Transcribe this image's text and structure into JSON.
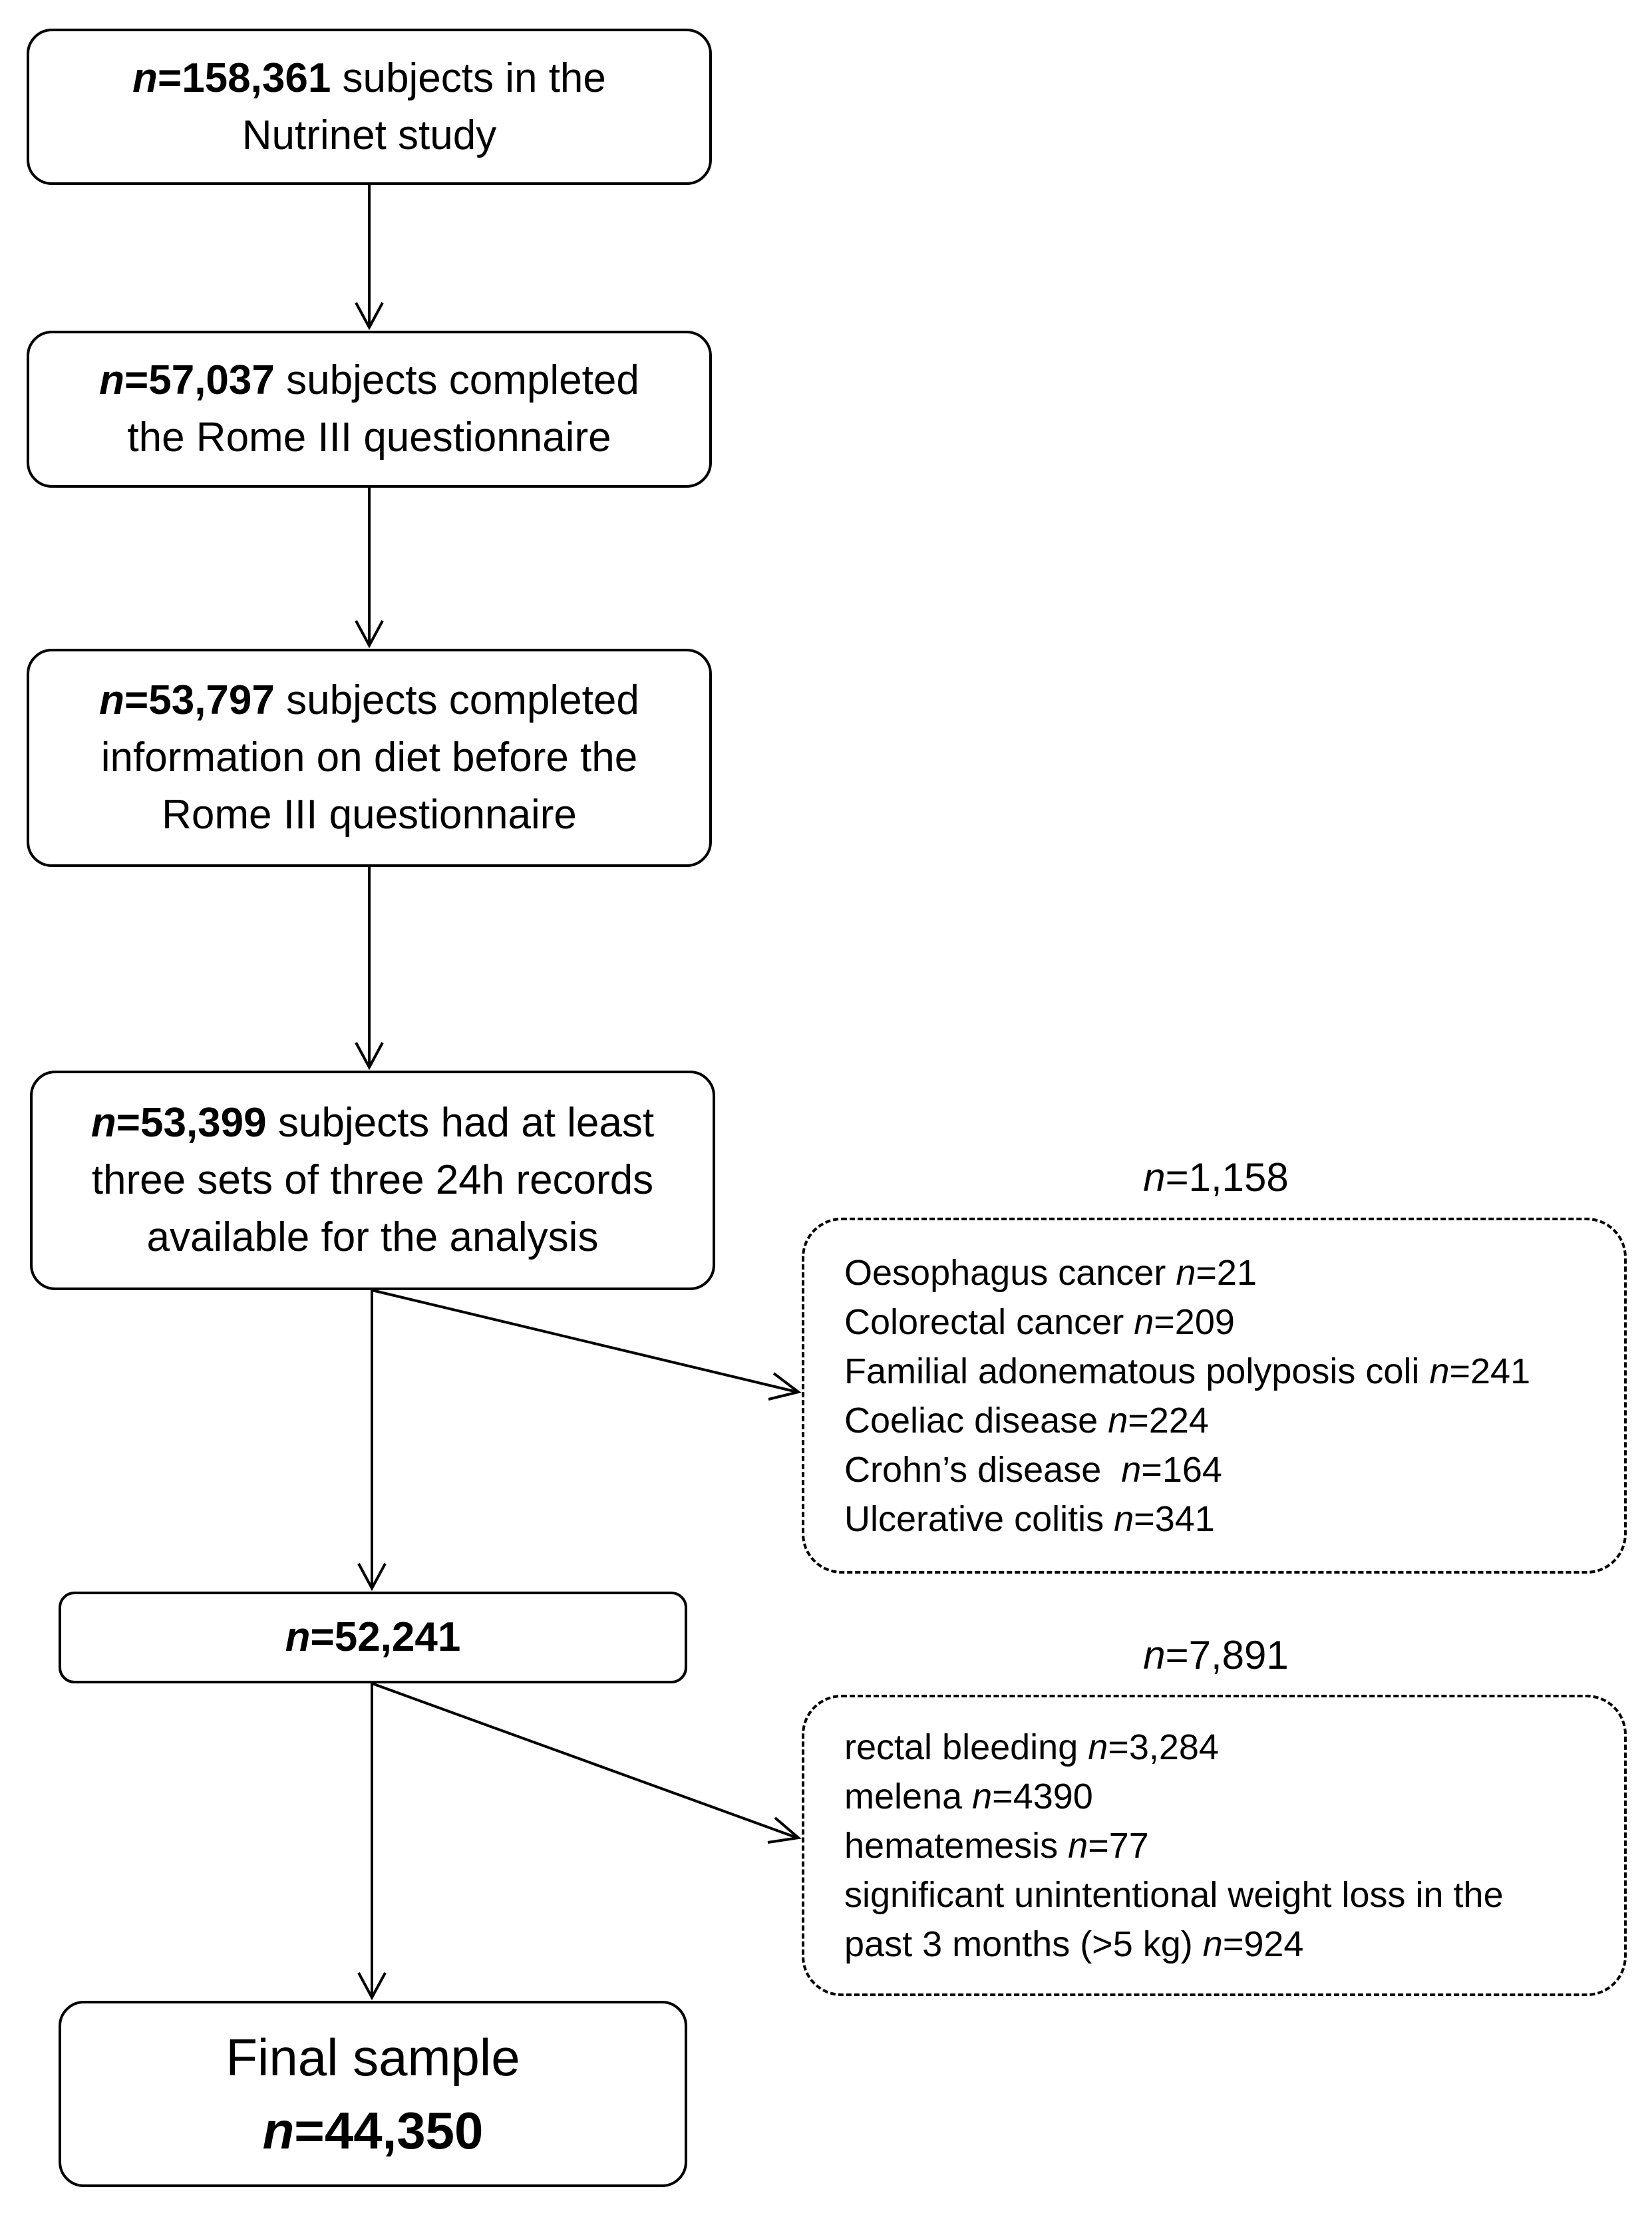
{
  "boxes": [
    {
      "n_label": "n",
      "value": "=158,361",
      "lines": [
        " subjects in the",
        "Nutrinet study"
      ]
    },
    {
      "n_label": "n",
      "value": "=57,037",
      "lines": [
        " subjects completed",
        "the Rome III questionnaire"
      ]
    },
    {
      "n_label": "n",
      "value": "=53,797",
      "lines": [
        " subjects completed",
        "information on diet before the",
        "Rome III questionnaire"
      ]
    },
    {
      "n_label": "n",
      "value": "=53,399",
      "lines": [
        " subjects had at least",
        "three sets of three 24h records",
        "available for the analysis"
      ]
    },
    {
      "n_label": "n",
      "value": "=52,241"
    }
  ],
  "final": {
    "title": "Final sample",
    "n_label": "n",
    "value": "=44,350"
  },
  "exclusions": [
    {
      "header_n": "n",
      "header_value": "=1,158",
      "items": [
        {
          "label": "Oesophagus cancer ",
          "n": "n",
          "value": "=21"
        },
        {
          "label": "Colorectal cancer ",
          "n": "n",
          "value": "=209"
        },
        {
          "label": "Familial adonematous polyposis coli ",
          "n": "n",
          "value": "=241"
        },
        {
          "label": "Coeliac disease ",
          "n": "n",
          "value": "=224"
        },
        {
          "label": "Crohn’s disease  ",
          "n": "n",
          "value": "=164"
        },
        {
          "label": "Ulcerative colitis ",
          "n": "n",
          "value": "=341"
        }
      ]
    },
    {
      "header_n": "n",
      "header_value": "=7,891",
      "items": [
        {
          "label": "rectal bleeding ",
          "n": "n",
          "value": "=3,284"
        },
        {
          "label": "melena ",
          "n": "n",
          "value": "=4390"
        },
        {
          "label": "hematemesis ",
          "n": "n",
          "value": "=77"
        },
        {
          "label": "significant unintentional weight loss in the"
        },
        {
          "label": "past 3 months (>5 kg) ",
          "n": "n",
          "value": "=924"
        }
      ]
    }
  ]
}
